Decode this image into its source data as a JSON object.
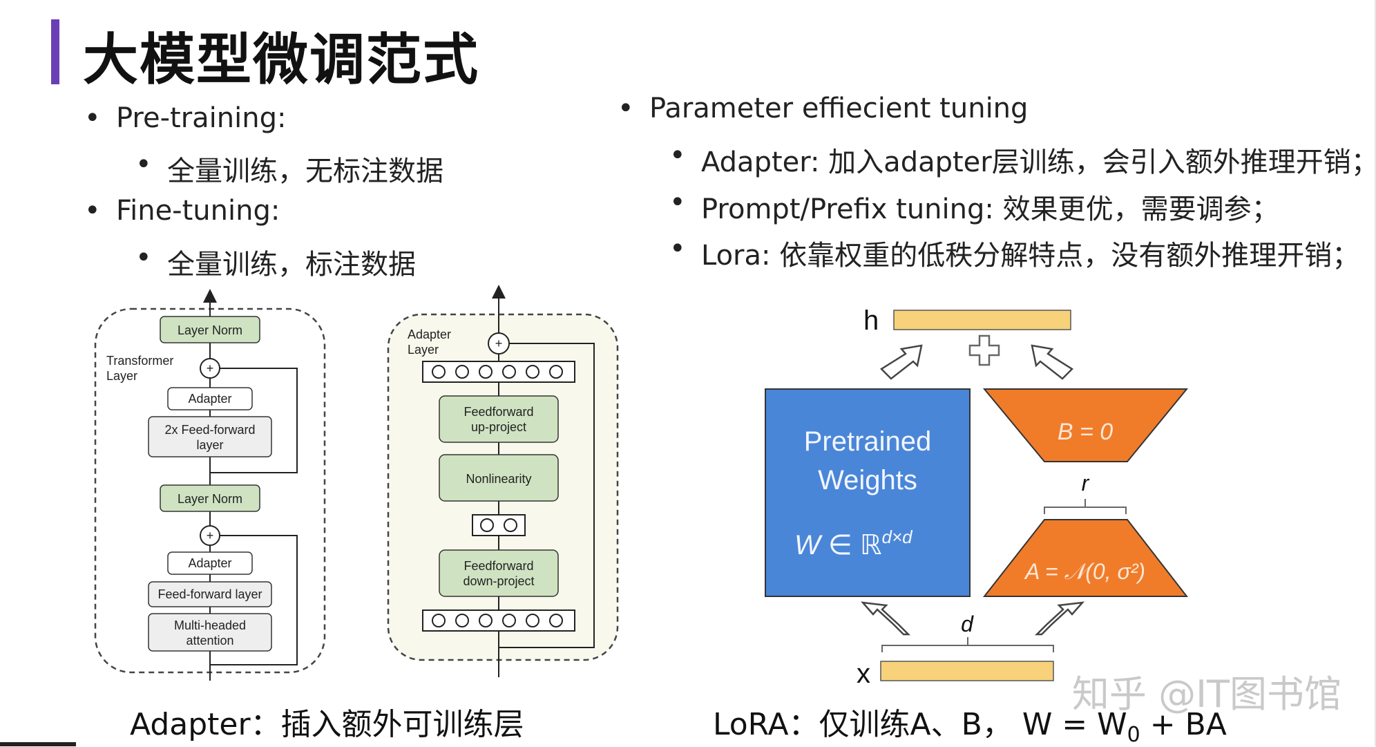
{
  "title": "大模型微调范式",
  "left_bullets": [
    {
      "text": "Pre-training:",
      "sub": "全量训练，无标注数据"
    },
    {
      "text": "Fine-tuning:",
      "sub": "全量训练，标注数据"
    }
  ],
  "right_bullets": {
    "heading": "Parameter effiecient tuning",
    "items": [
      "Adapter: 加入adapter层训练，会引入额外推理开销；",
      "Prompt/Prefix tuning: 效果更优，需要调参；",
      "Lora: 依靠权重的低秩分解特点，没有额外推理开销；"
    ]
  },
  "transformer_diagram": {
    "group_label_1": "Transformer",
    "group_label_2": "Layer",
    "layer_norm_top": "Layer Norm",
    "plus_sign": "+",
    "adapter_top": "Adapter",
    "ffn2x_1": "2x Feed-forward",
    "ffn2x_2": "layer",
    "layer_norm_bottom": "Layer Norm",
    "adapter_bottom": "Adapter",
    "ffn": "Feed-forward layer",
    "mha_1": "Multi-headed",
    "mha_2": "attention"
  },
  "adapter_diagram": {
    "label_1": "Adapter",
    "label_2": "Layer",
    "plus_sign": "+",
    "up_1": "Feedforward",
    "up_2": "up-project",
    "nonlinearity": "Nonlinearity",
    "down_1": "Feedforward",
    "down_2": "down-project"
  },
  "lora_diagram": {
    "h_label": "h",
    "x_label": "x",
    "pretrained_1": "Pretrained",
    "pretrained_2": "Weights",
    "w_formula": "W ∈ ℝ",
    "w_sup": "d×d",
    "b_formula": "B = 0",
    "a_formula": "A = 𝒩(0, σ²)",
    "r_label": "r",
    "d_label": "d",
    "plus_sign": "+"
  },
  "captions": {
    "adapter": "Adapter：插入额外可训练层",
    "lora_prefix": "LoRA：仅训练A、B， W = W",
    "lora_sub": "0",
    "lora_suffix": " + BA"
  },
  "watermark": "知乎 @IT图书馆",
  "colors": {
    "accent": "#6a3fb5",
    "layer_norm_fill": "#cfe3c2",
    "adapter_panel_bg": "#f8f8ec",
    "lora_blue": "#4a86d8",
    "lora_orange": "#f07c2a",
    "lora_yellow": "#f7d27a"
  }
}
